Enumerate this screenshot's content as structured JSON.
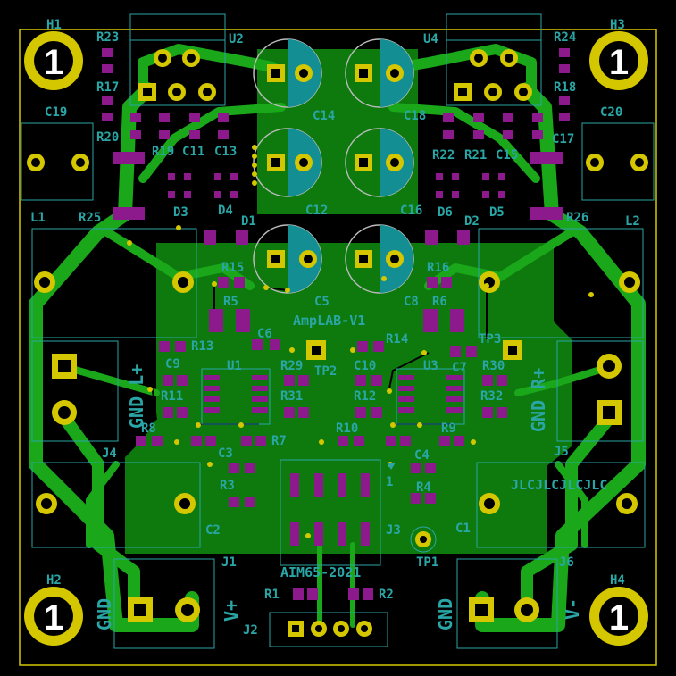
{
  "board": {
    "title": "AmpLAB-V1",
    "subtitle": "AIM65-2021",
    "jlc": "JLCJLCJLCJLC",
    "pin1": "1"
  },
  "colors": {
    "background": "#000000",
    "board_outline": "#d4c700",
    "copper": "#0e7a0e",
    "trace": "#1aa81a",
    "pad": "#8c1a8c",
    "silkscreen": "#2aa6a6",
    "via": "#d4c700",
    "cap_polarity": "#138f94"
  },
  "refs": {
    "H1": "H1",
    "H2": "H2",
    "H3": "H3",
    "H4": "H4",
    "U1": "U1",
    "U2": "U2",
    "U3": "U3",
    "U4": "U4",
    "C1": "C1",
    "C2": "C2",
    "C3": "C3",
    "C4": "C4",
    "C5": "C5",
    "C6": "C6",
    "C7": "C7",
    "C8": "C8",
    "C9": "C9",
    "C10": "C10",
    "C11": "C11",
    "C12": "C12",
    "C13": "C13",
    "C14": "C14",
    "C15": "C15",
    "C16": "C16",
    "C17": "C17",
    "C18": "C18",
    "C19": "C19",
    "C20": "C20",
    "R1": "R1",
    "R2": "R2",
    "R3": "R3",
    "R4": "R4",
    "R5": "R5",
    "R6": "R6",
    "R7": "R7",
    "R8": "R8",
    "R9": "R9",
    "R10": "R10",
    "R11": "R11",
    "R12": "R12",
    "R13": "R13",
    "R14": "R14",
    "R15": "R15",
    "R16": "R16",
    "R17": "R17",
    "R18": "R18",
    "R19": "R19",
    "R20": "R20",
    "R21": "R21",
    "R22": "R22",
    "R23": "R23",
    "R24": "R24",
    "R25": "R25",
    "R26": "R26",
    "R29": "R29",
    "R30": "R30",
    "R31": "R31",
    "R32": "R32",
    "D1": "D1",
    "D2": "D2",
    "D3": "D3",
    "D4": "D4",
    "D5": "D5",
    "D6": "D6",
    "L1": "L1",
    "L2": "L2",
    "J1": "J1",
    "J2": "J2",
    "J3": "J3",
    "J4": "J4",
    "J5": "J5",
    "J6": "J6",
    "TP1": "TP1",
    "TP2": "TP2"
  },
  "connector_labels": {
    "gnd_l_plus": "GND L+",
    "gnd_r_plus": "GND R+",
    "gnd_left": "GND",
    "v_plus": "V+",
    "gnd_right": "GND",
    "v_minus": "V-"
  }
}
